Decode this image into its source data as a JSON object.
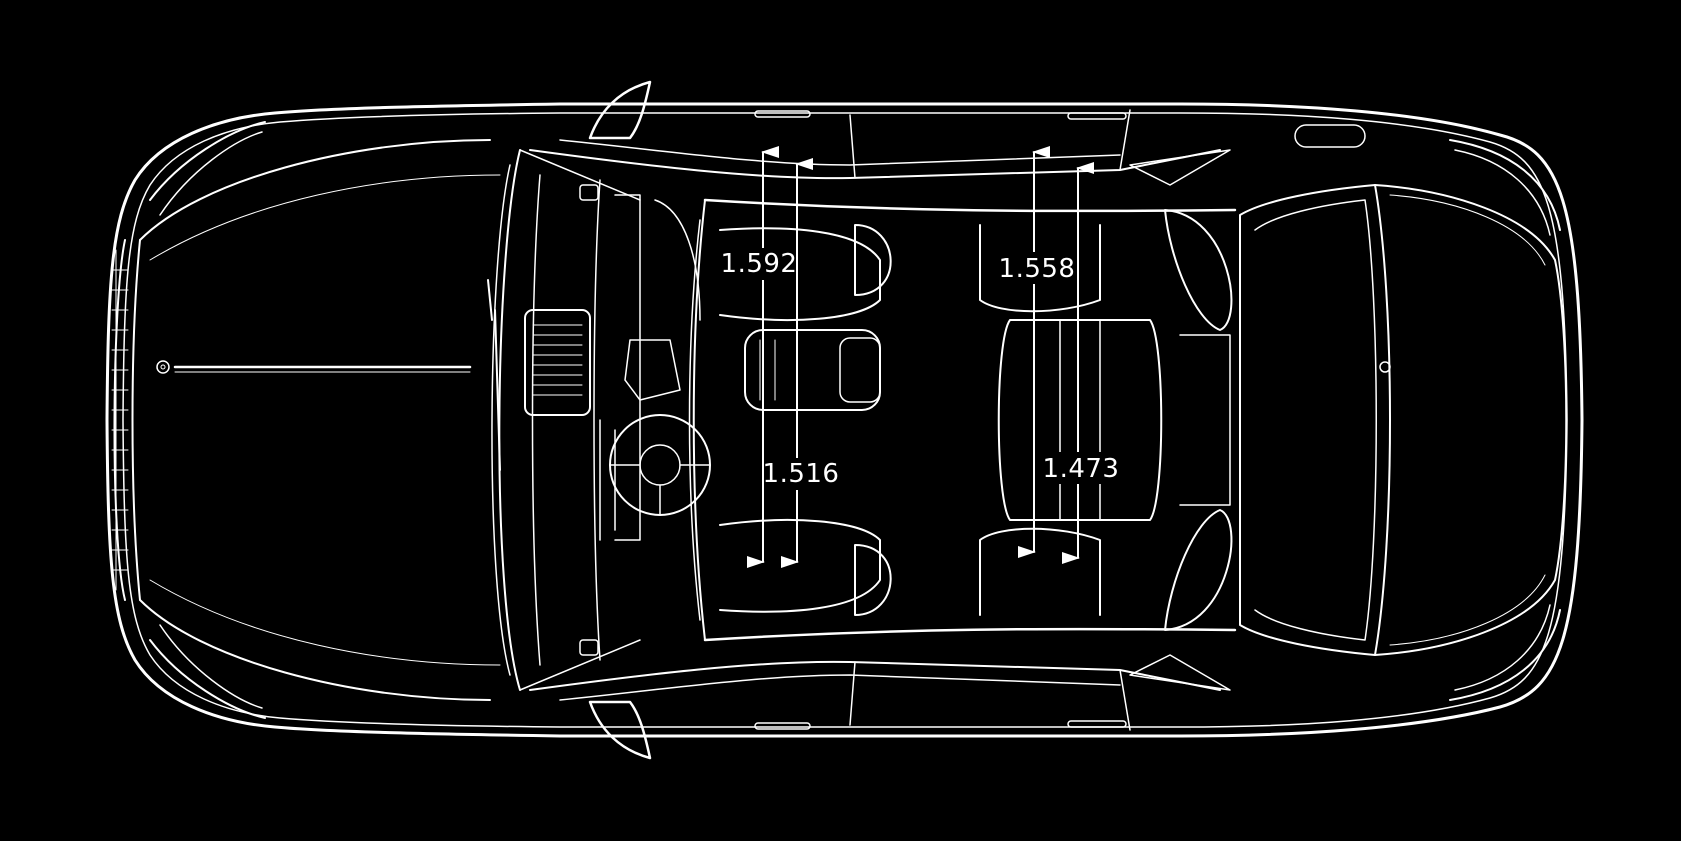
{
  "colors": {
    "background": "#000000",
    "linework": "#ffffff"
  },
  "diagram": {
    "subject": "car-top-view-line-drawing",
    "dimensions": {
      "front_outer": "1.592",
      "front_inner": "1.516",
      "rear_outer": "1.558",
      "rear_inner": "1.473"
    }
  }
}
